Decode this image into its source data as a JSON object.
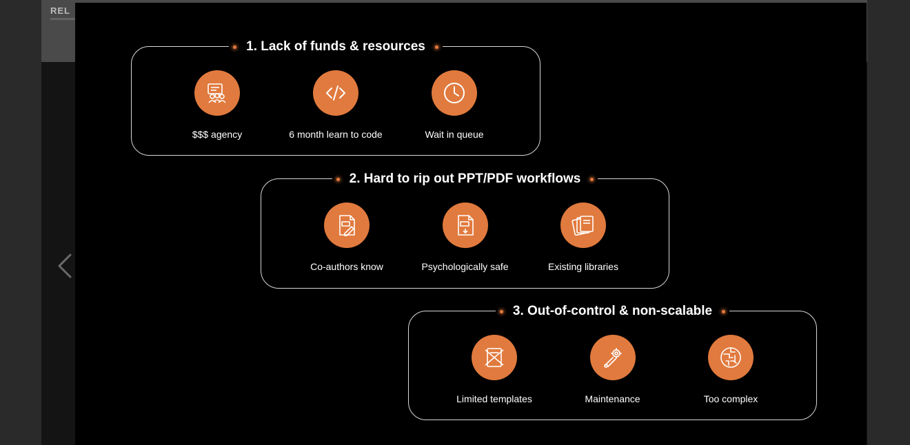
{
  "background": {
    "logo_text": "REL"
  },
  "navigation": {
    "prev_icon": "chevron-left-icon"
  },
  "colors": {
    "accent": "#e17a3e",
    "slide_bg": "#000000",
    "border": "#d9d9d9"
  },
  "groups": [
    {
      "title": "1. Lack of funds & resources",
      "items": [
        {
          "label": "$$$ agency",
          "icon": "agency-people-icon"
        },
        {
          "label": "6 month learn to code",
          "icon": "code-brackets-icon"
        },
        {
          "label": "Wait in queue",
          "icon": "clock-icon"
        }
      ]
    },
    {
      "title": "2. Hard to rip out PPT/PDF workflows",
      "items": [
        {
          "label": "Co-authors know",
          "icon": "ppt-document-icon"
        },
        {
          "label": "Psychologically safe",
          "icon": "pdf-document-icon"
        },
        {
          "label": "Existing libraries",
          "icon": "document-stack-icon"
        }
      ]
    },
    {
      "title": "3. Out-of-control & non-scalable",
      "items": [
        {
          "label": "Limited templates",
          "icon": "broken-template-icon"
        },
        {
          "label": "Maintenance",
          "icon": "wrench-gear-icon"
        },
        {
          "label": "Too complex",
          "icon": "maze-icon"
        }
      ]
    }
  ]
}
